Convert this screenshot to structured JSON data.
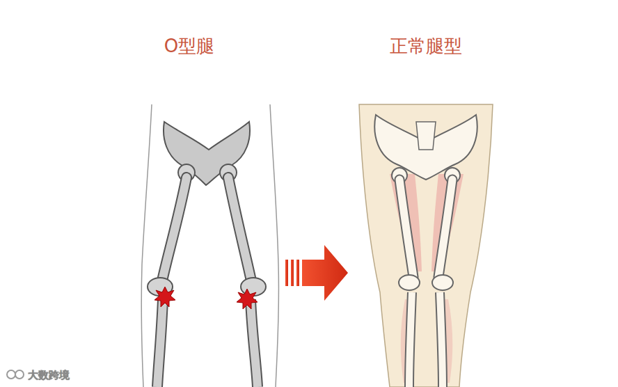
{
  "diagram": {
    "labels": [
      "O型腿",
      "正常腿型",
      "大数跨境"
    ]
  }
}
